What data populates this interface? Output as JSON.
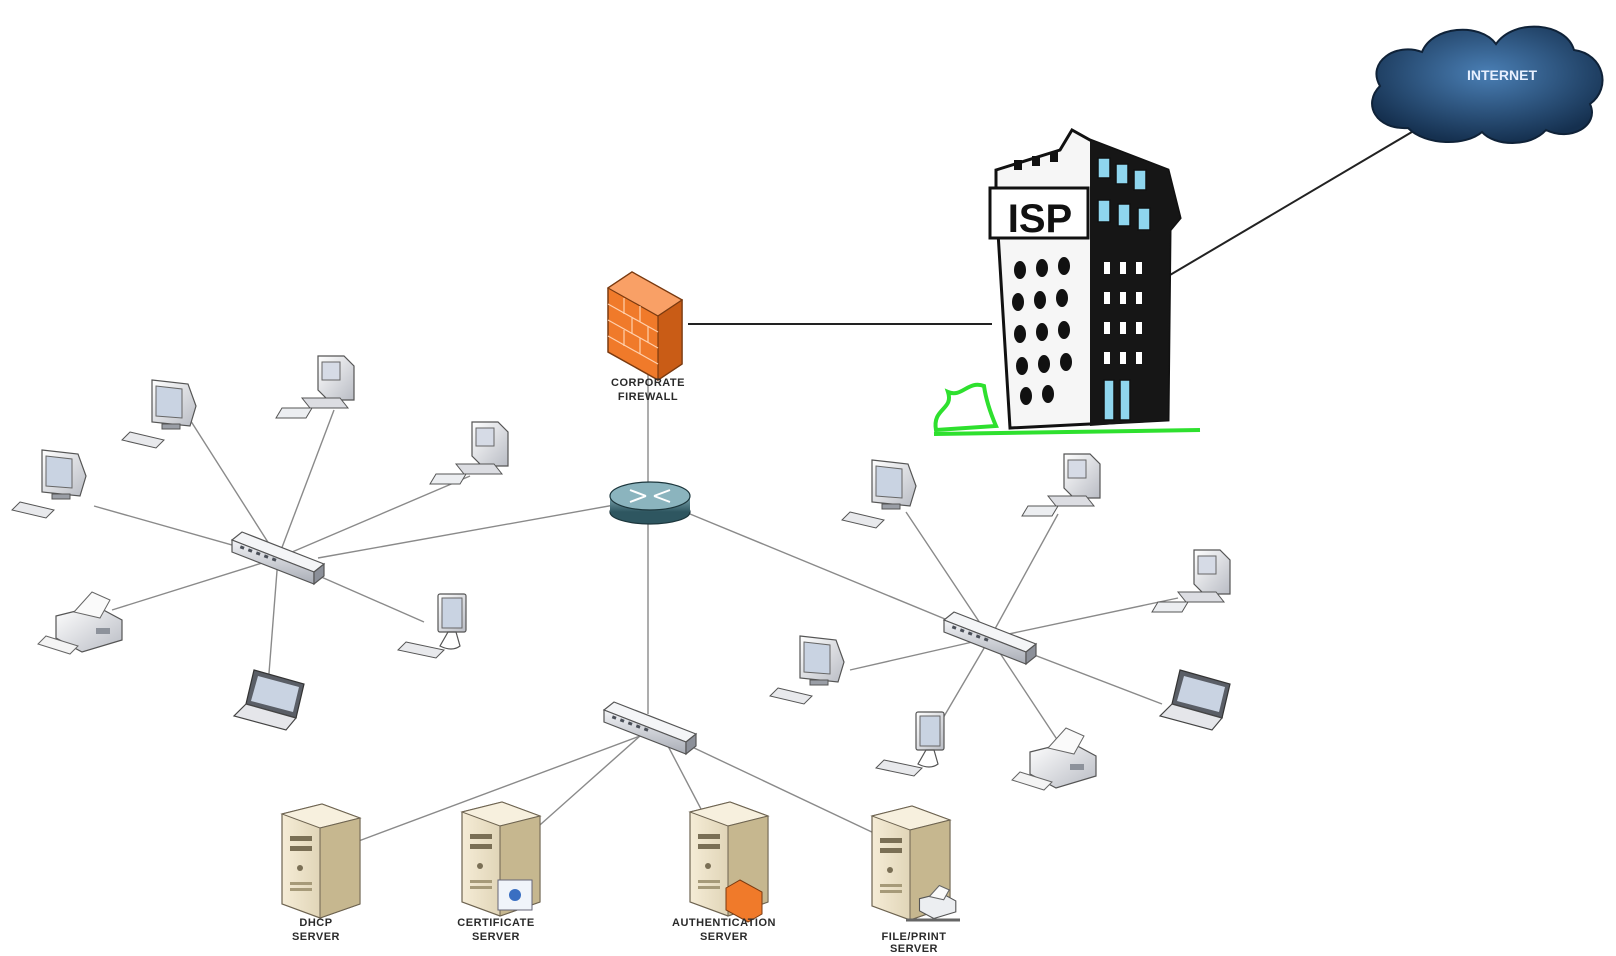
{
  "internet": {
    "label": "INTERNET"
  },
  "isp": {
    "label": "ISP"
  },
  "firewall": {
    "label_line1": "CORPORATE",
    "label_line2": "FIREWALL"
  },
  "servers": [
    {
      "line1": "DHCP",
      "line2": "SERVER",
      "line3": ""
    },
    {
      "line1": "CERTIFICATE",
      "line2": "SERVER",
      "line3": ""
    },
    {
      "line1": "AUTHENTICATION",
      "line2": "SERVER",
      "line3": ""
    },
    {
      "line1": "FILE/PRINT",
      "line2": "SERVER",
      "line3": ""
    }
  ],
  "colors": {
    "cloud": "#1f3f66",
    "firewall": "#f07a2a",
    "router": "#3d6e7a",
    "ground": "#2ee02e",
    "server": "#e8dcc0"
  }
}
